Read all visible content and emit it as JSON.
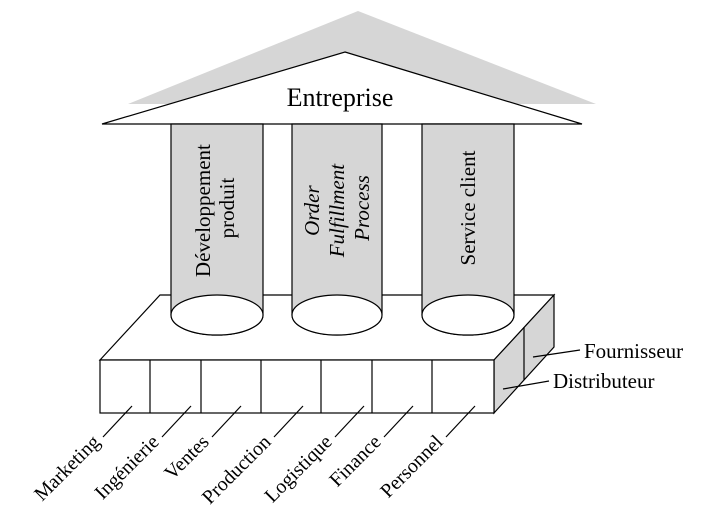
{
  "roof": {
    "title": "Entreprise"
  },
  "pillars": [
    {
      "lines": [
        "Développement",
        "produit"
      ],
      "italic": false
    },
    {
      "lines": [
        "Order",
        "Fulfillment",
        "Process"
      ],
      "italic": true
    },
    {
      "lines": [
        "Service client"
      ],
      "italic": false
    }
  ],
  "base": {
    "departments": [
      "Marketing",
      "Ingénierie",
      "Ventes",
      "Production",
      "Logistique",
      "Finance",
      "Personnel"
    ],
    "side_labels": [
      "Fournisseur",
      "Distributeur"
    ]
  },
  "colors": {
    "shade": "#d6d6d6",
    "stroke": "#000000",
    "fill": "#ffffff"
  }
}
